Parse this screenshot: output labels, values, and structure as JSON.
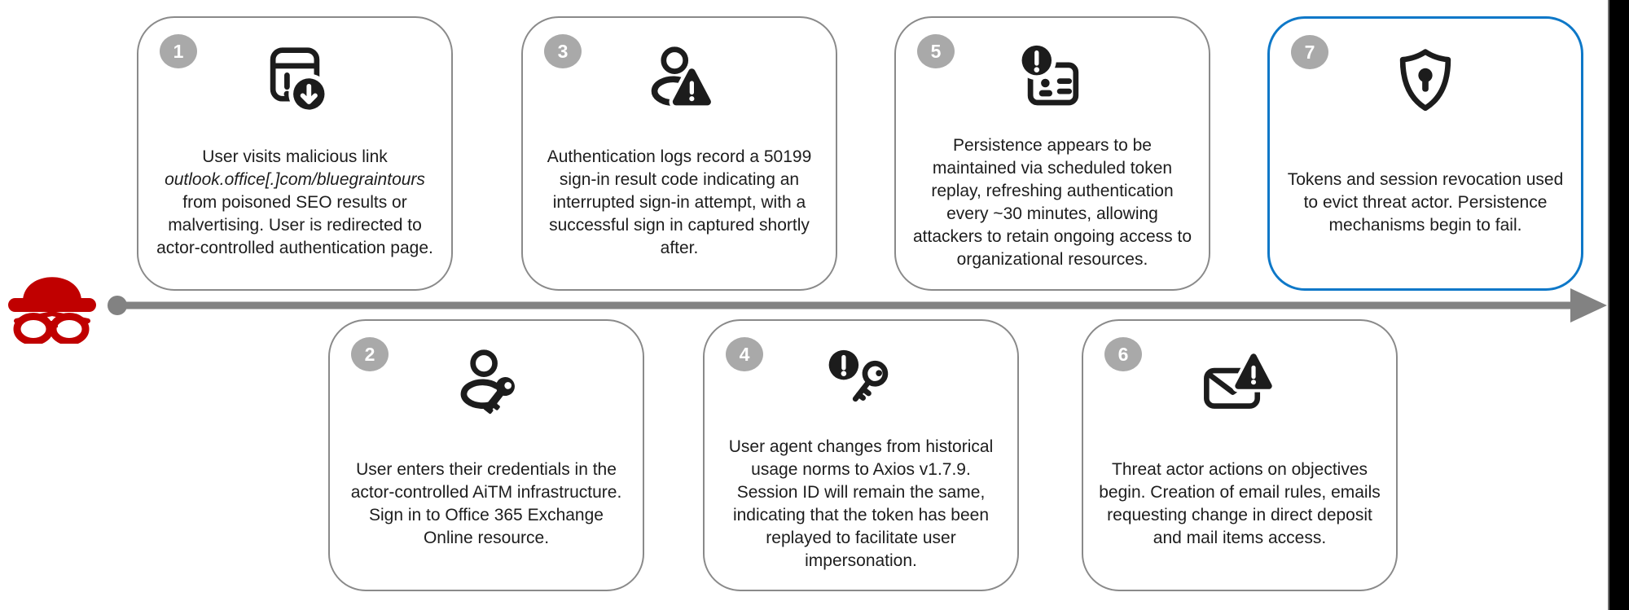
{
  "colors": {
    "box_border": "#8a8a8a",
    "highlight_border": "#0e78c8",
    "badge_bg": "#a9a9a9",
    "badge_text": "#ffffff",
    "timeline_gray": "#828282",
    "threat_actor_red": "#c00000",
    "icon_ink": "#1c1c1c",
    "right_edge_bar": "#000000"
  },
  "timeline": {
    "direction": "left-to-right",
    "start_marker": "dot",
    "end_marker": "arrowhead"
  },
  "threat_actor": {
    "icon": "spy-hat-glasses-icon"
  },
  "steps": [
    {
      "number": "1",
      "row": "top",
      "icon": "app-alert-download-icon",
      "text_before": "User visits malicious link ",
      "text_italic": "outlook.office[.]com/bluegraintours",
      "text_after": " from poisoned SEO results or malvertising. User is redirected to actor-controlled authentication page."
    },
    {
      "number": "2",
      "row": "bottom",
      "icon": "person-key-icon",
      "text": "User enters their credentials in the actor-controlled AiTM infrastructure. Sign in to Office 365 Exchange Online resource."
    },
    {
      "number": "3",
      "row": "top",
      "icon": "person-warning-icon",
      "text": "Authentication logs record a 50199 sign-in result code indicating an interrupted sign-in attempt, with a successful sign in captured shortly after."
    },
    {
      "number": "4",
      "row": "bottom",
      "icon": "key-alert-icon",
      "text": "User agent changes from historical usage norms to Axios v1.7.9. Session ID will remain the same, indicating that the token has been replayed to facilitate user impersonation."
    },
    {
      "number": "5",
      "row": "top",
      "icon": "id-card-alert-icon",
      "text": "Persistence appears to be maintained via scheduled token replay, refreshing authentication every ~30 minutes, allowing attackers to retain ongoing access to organizational resources."
    },
    {
      "number": "6",
      "row": "bottom",
      "icon": "mail-warning-icon",
      "text": "Threat actor actions on objectives begin. Creation of email rules, emails requesting change in direct deposit and mail items access."
    },
    {
      "number": "7",
      "row": "top",
      "icon": "shield-keyhole-icon",
      "highlighted": true,
      "text": "Tokens and session revocation used to evict threat actor. Persistence mechanisms begin to fail."
    }
  ]
}
